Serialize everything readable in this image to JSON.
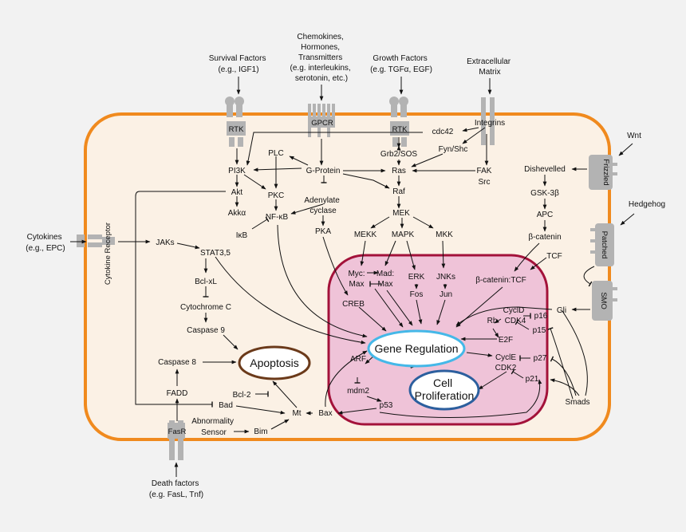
{
  "external": {
    "survival_factors": [
      "Survival Factors",
      "(e.g., IGF1)"
    ],
    "chemokines": [
      "Chemokines,",
      "Hormones,",
      "Transmitters",
      "(e.g. interleukins,",
      "serotonin, etc.)"
    ],
    "growth_factors": [
      "Growth Factors",
      "(e.g. TGFα, EGF)"
    ],
    "extracellular_matrix": [
      "Extracellular",
      "Matrix"
    ],
    "cytokines": [
      "Cytokines",
      "(e.g., EPC)"
    ],
    "wnt": "Wnt",
    "hedgehog": "Hedgehog",
    "death_factors": [
      "Death factors",
      "(e.g. FasL, Tnf)"
    ],
    "smads": "Smads"
  },
  "receptors": {
    "rtk_left": "RTK",
    "gpcr": "GPCR",
    "rtk_right": "RTK",
    "integrins": "Integrins",
    "cytokine_receptor": "Cytokine Receptor",
    "frizzled": "Frizzled",
    "patched": "Patched",
    "smo": "SMO",
    "fasr": "FasR"
  },
  "nodes": {
    "cdc42": "cdc42",
    "pi3k": "PI3K",
    "plc": "PLC",
    "g_protein": "G-Protein",
    "grb2_sos": "Grb2/SOS",
    "fyn_shc": "Fyn/Shc",
    "ras": "Ras",
    "fak": "FAK",
    "src": "Src",
    "akt": "Akt",
    "pkc": "PKC",
    "adenylate_cyclase": [
      "Adenylate",
      "cyclase"
    ],
    "raf": "Raf",
    "akka": "Akkα",
    "nfkb": "NF-κB",
    "ikb": "IκB",
    "pka": "PKA",
    "mek": "MEK",
    "jaks": "JAKs",
    "stat35": "STAT3,5",
    "mekk": "MEKK",
    "mapk": "MAPK",
    "mkk": "MKK",
    "bcl_xl": "Bcl-xL",
    "cytochrome_c": "Cytochrome C",
    "caspase9": "Caspase 9",
    "caspase8": "Caspase 8",
    "fadd": "FADD",
    "bad": "Bad",
    "bcl2": "Bcl-2",
    "mt": "Mt",
    "bim": "Bim",
    "abnormality_sensor": [
      "Abnormality",
      "Sensor"
    ],
    "dishevelled": "Dishevelled",
    "gsk3b": "GSK-3β",
    "apc": "APC",
    "beta_catenin": "β-catenin",
    "tcf": "TCF",
    "gli": "Gli",
    "myc": "Myc:",
    "mad": "Mad:",
    "max_left": "Max",
    "max_right": "Max",
    "erk": "ERK",
    "fos": "Fos",
    "jnks": "JNKs",
    "jun": "Jun",
    "beta_catenin_tcf": "β-catenin:TCF",
    "creb": "CREB",
    "cycld": "CyclD",
    "cdk4": "CDK4",
    "rb": "Rb",
    "p16": "p16",
    "p15": "p15",
    "e2f": "E2F",
    "cycle": "CyclE",
    "cdk2": "CDK2",
    "p27": "p27",
    "p21": "p21",
    "arf": "ARF",
    "mdm2": "mdm2",
    "p53": "p53",
    "bax": "Bax"
  },
  "outcomes": {
    "gene_regulation": "Gene Regulation",
    "apoptosis": "Apoptosis",
    "cell_proliferation": [
      "Cell",
      "Proliferation"
    ]
  },
  "colors": {
    "cell_border": "#f08a1e",
    "cell_fill": "#fbf1e5",
    "nucleus_border": "#a3123a",
    "nucleus_fill": "#efc3d8",
    "gene_regulation_border": "#45b8e8",
    "apoptosis_border": "#6b3a1a",
    "proliferation_border": "#2c5f9e",
    "receptor_gray": "#b3b3b3"
  }
}
